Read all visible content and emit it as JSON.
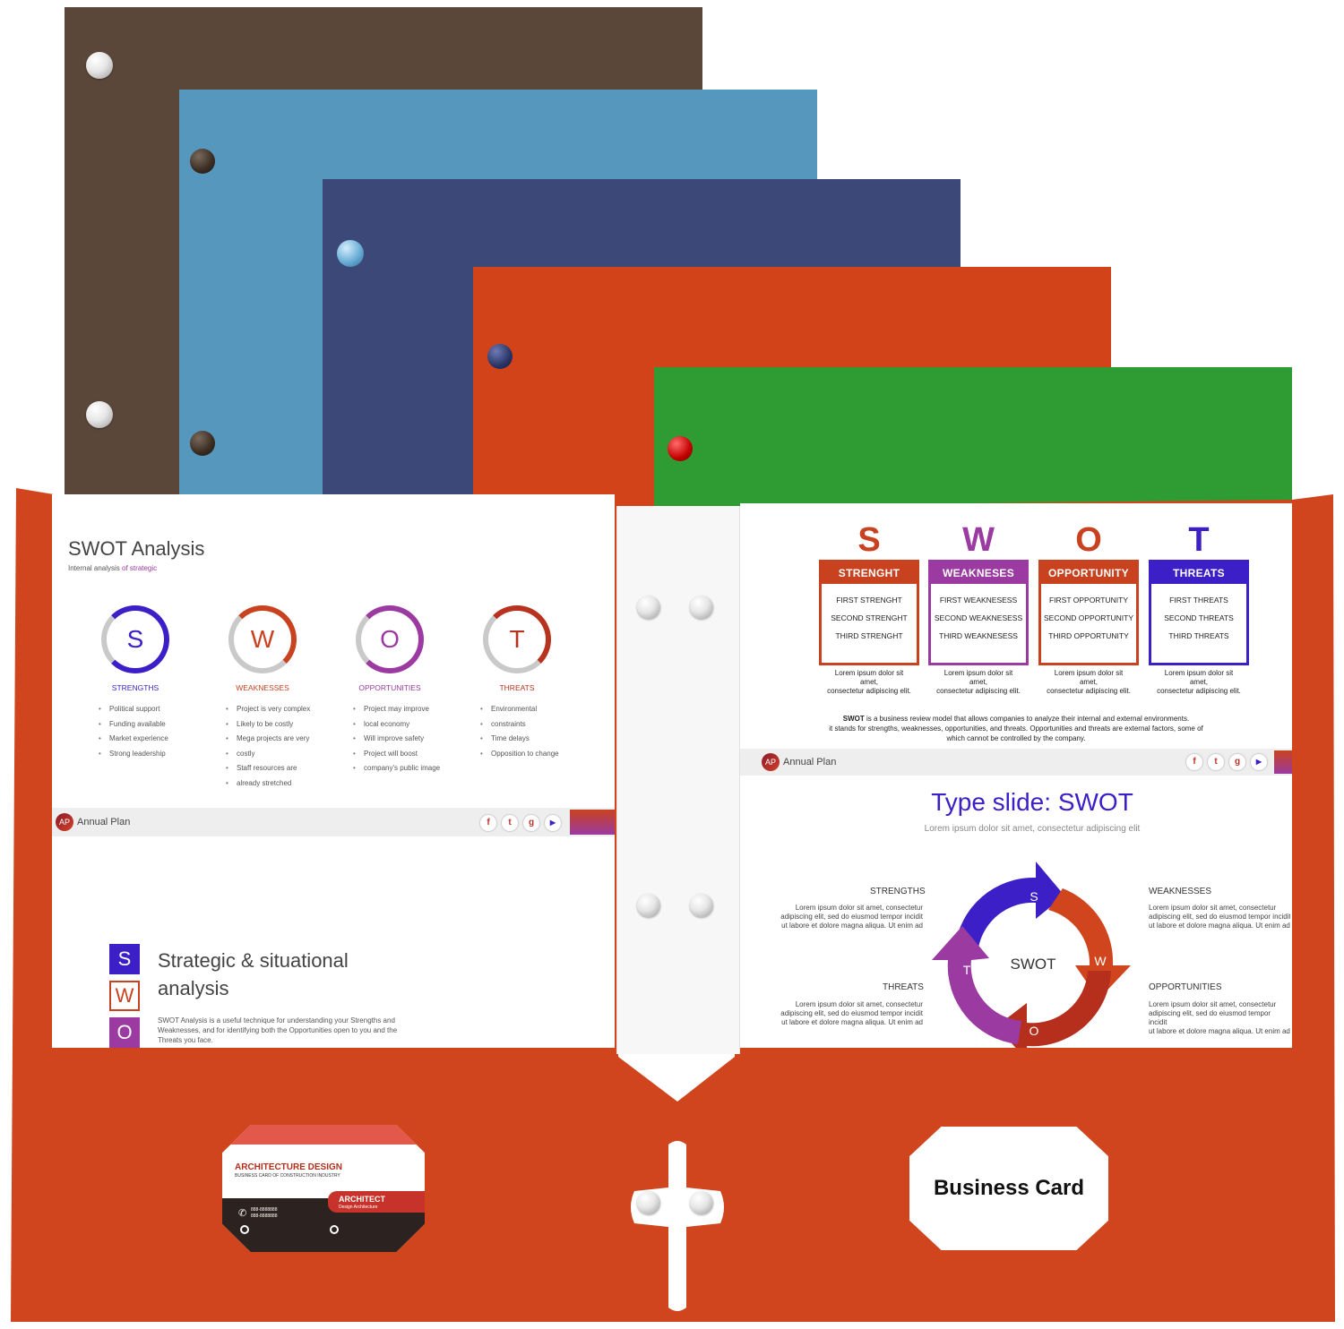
{
  "folder_colors": {
    "brown": "#5b4739",
    "light_blue": "#5597bd",
    "navy": "#3b4878",
    "orange": "#d2431a",
    "green": "#2e9b33",
    "front": "#d0451d"
  },
  "left_sheet": {
    "title": "SWOT Analysis",
    "subtitle_a": "Internal analysis ",
    "subtitle_b": "of strategic",
    "quadrants": [
      {
        "letter": "S",
        "label": "STRENGTHS",
        "color": "#3d1fc7",
        "items": [
          "Political support",
          "Funding  available",
          "Market experience",
          "Strong leadership"
        ]
      },
      {
        "letter": "W",
        "label": "WEAKNESSES",
        "color": "#c9421f",
        "items": [
          "Project is very complex",
          "Likely to be costly",
          "Mega projects are very",
          "costly",
          "Staff resources are",
          "already stretched"
        ]
      },
      {
        "letter": "O",
        "label": "OPPORTUNITIES",
        "color": "#9b3aa0",
        "items": [
          "Project may improve",
          "local economy",
          "Will improve safety",
          "Project will boost",
          "company's public image"
        ]
      },
      {
        "letter": "T",
        "label": "THREATS",
        "color": "#b7321f",
        "items": [
          "Environmental",
          "constraints",
          "Time delays",
          "Opposition  to change"
        ]
      }
    ],
    "footer_badge": "AP",
    "footer_label": "Annual Plan",
    "social": [
      "f",
      "t",
      "g",
      "▶"
    ],
    "lower_letters": [
      {
        "letter": "S",
        "color": "#3d1fc7"
      },
      {
        "letter": "W",
        "color": "#c9421f"
      },
      {
        "letter": "O",
        "color": "#9b3aa0"
      }
    ],
    "lower_title_1": "Strategic & situational",
    "lower_title_2": "analysis",
    "lower_text_1": "SWOT Analysis  is a useful technique  for understanding  your Strengths and",
    "lower_text_2": "Weaknesses,  and for identifying  both the Opportunities  open to you and the",
    "lower_text_3": "Threats you face."
  },
  "right_sheet": {
    "columns": [
      {
        "letter": "S",
        "header": "STRENGHT",
        "color": "#c9421f",
        "items": [
          "FIRST STRENGHT",
          "SECOND STRENGHT",
          "THIRD STRENGHT"
        ],
        "lorem_1": "Lorem ipsum dolor sit",
        "lorem_2": "amet,",
        "lorem_3": "consectetur adipiscing elit."
      },
      {
        "letter": "W",
        "header": "WEAKNESES",
        "color": "#9b3aa0",
        "items": [
          "FIRST WEAKNESESS",
          "SECOND WEAKNESESS",
          "THIRD WEAKNESESS"
        ],
        "lorem_1": "Lorem ipsum dolor sit",
        "lorem_2": "amet,",
        "lorem_3": "consectetur adipiscing elit."
      },
      {
        "letter": "O",
        "header": "OPPORTUNITY",
        "color": "#c9421f",
        "items": [
          "FIRST OPPORTUNITY",
          "SECOND OPPORTUNITY",
          "THIRD OPPORTUNITY"
        ],
        "lorem_1": "Lorem ipsum dolor sit",
        "lorem_2": "amet,",
        "lorem_3": "consectetur adipiscing elit."
      },
      {
        "letter": "T",
        "header": "THREATS",
        "color": "#3d1fc7",
        "items": [
          "FIRST THREATS",
          "SECOND THREATS",
          "THIRD THREATS"
        ],
        "lorem_1": "Lorem ipsum dolor sit",
        "lorem_2": "amet,",
        "lorem_3": "consectetur adipiscing elit."
      }
    ],
    "desc_1a": "SWOT",
    "desc_1b": " is a business review model that allows companies to analyze their internal and external environments.",
    "desc_2": "it stands for strengths, weaknesses, opportunities, and threats. Opportunities and threats are external factors, some of",
    "desc_3": "which cannot be controlled by the company.",
    "footer_badge": "AP",
    "footer_label": "Annual Plan",
    "social": [
      "f",
      "t",
      "g",
      "▶"
    ],
    "type_title": "Type slide: SWOT",
    "type_subtitle": "Lorem ipsum dolor sit amet, consectetur adipiscing elit",
    "cycle_center": "SWOT",
    "cycle_letters": [
      "S",
      "W",
      "O",
      "T"
    ],
    "labels": {
      "strengths": "STRENGTHS",
      "weaknesses": "WEAKNESSES",
      "threats": "THREATS",
      "opportunities": "OPPORTUNITIES"
    },
    "lorem_l1": "Lorem  ipsum  dolor  sit amet, consectetur",
    "lorem_l2": "adipiscing  elit, sed do eiusmod  tempor incidit",
    "lorem_l3": "ut labore  et dolore  magna aliqua.  Ut enim ad"
  },
  "left_card": {
    "title": "ARCHITECTURE DESIGN",
    "subtitle": "BUSINESS CARD OF CONSTRUCTION INDUSTRY",
    "badge_1": "ARCHITECT",
    "badge_2": "Design Architecture",
    "phone_1": "888-8888888",
    "phone_2": "888-8888888"
  },
  "right_card": {
    "label": "Business Card"
  }
}
